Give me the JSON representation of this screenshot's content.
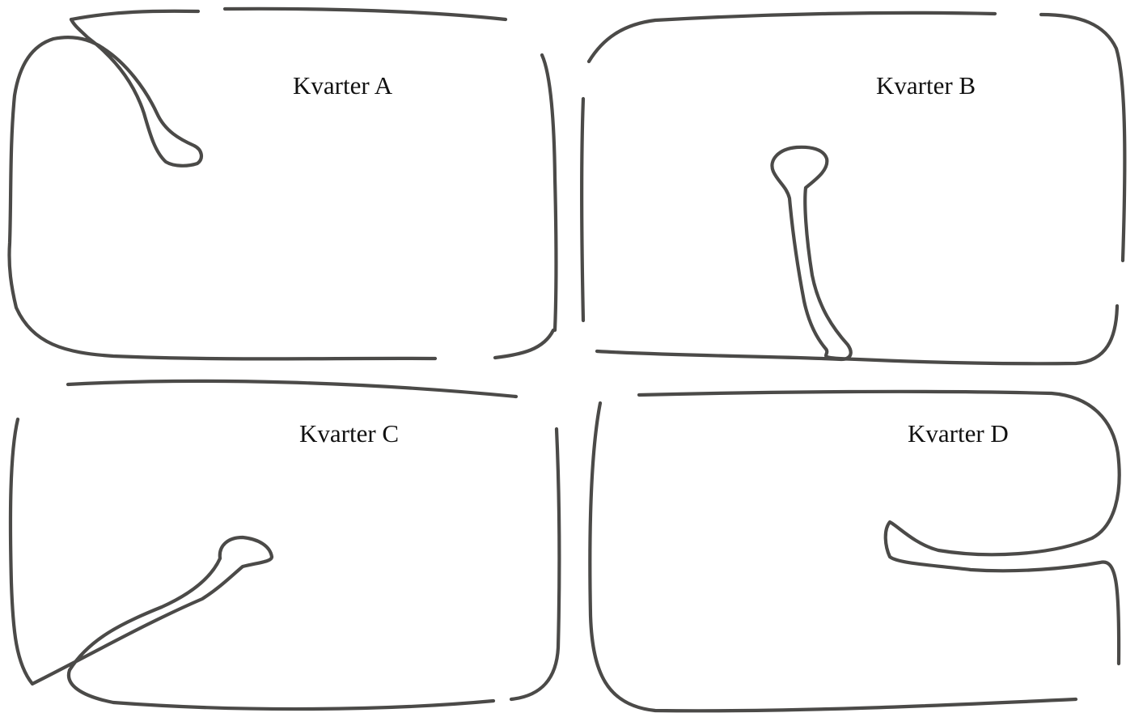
{
  "blocks": [
    {
      "id": "A",
      "label": "Kvarter A"
    },
    {
      "id": "B",
      "label": "Kvarter B"
    },
    {
      "id": "C",
      "label": "Kvarter C"
    },
    {
      "id": "D",
      "label": "Kvarter D"
    }
  ],
  "colors": {
    "line": "#4b4a48",
    "text": "#111111",
    "background": "#ffffff"
  }
}
